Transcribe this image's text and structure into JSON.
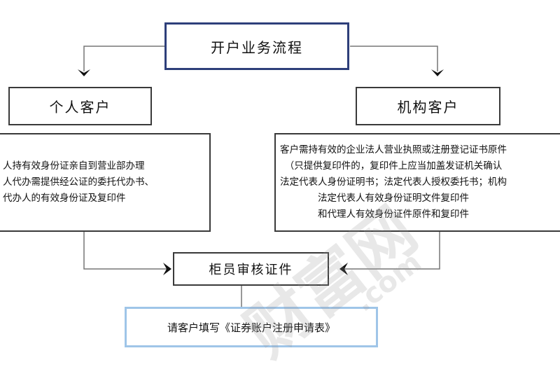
{
  "title": "开户业务流程",
  "individual": {
    "label": "个人客户",
    "lines": [
      "人持有效身份证亲自到营业部办理",
      "人代办需提供经公证的委托代办书、",
      "代办人的有效身份证及复印件"
    ]
  },
  "institution": {
    "label": "机构客户",
    "lines": [
      "客户需持有效的企业法人营业执照或注册登记证书原件",
      "（只提供复印件的，复印件上应当加盖发证机关确认",
      "法定代表人身份证明书；法定代表人授权委托书；机构",
      "法定代表人有效身份证明文件复印件",
      "和代理人有效身份证件原件和复印件"
    ]
  },
  "review": "柜员审核证件",
  "form": "请客户填写《证券账户注册申请表》",
  "watermark": {
    "text": "财富网",
    "sub": ".com"
  }
}
